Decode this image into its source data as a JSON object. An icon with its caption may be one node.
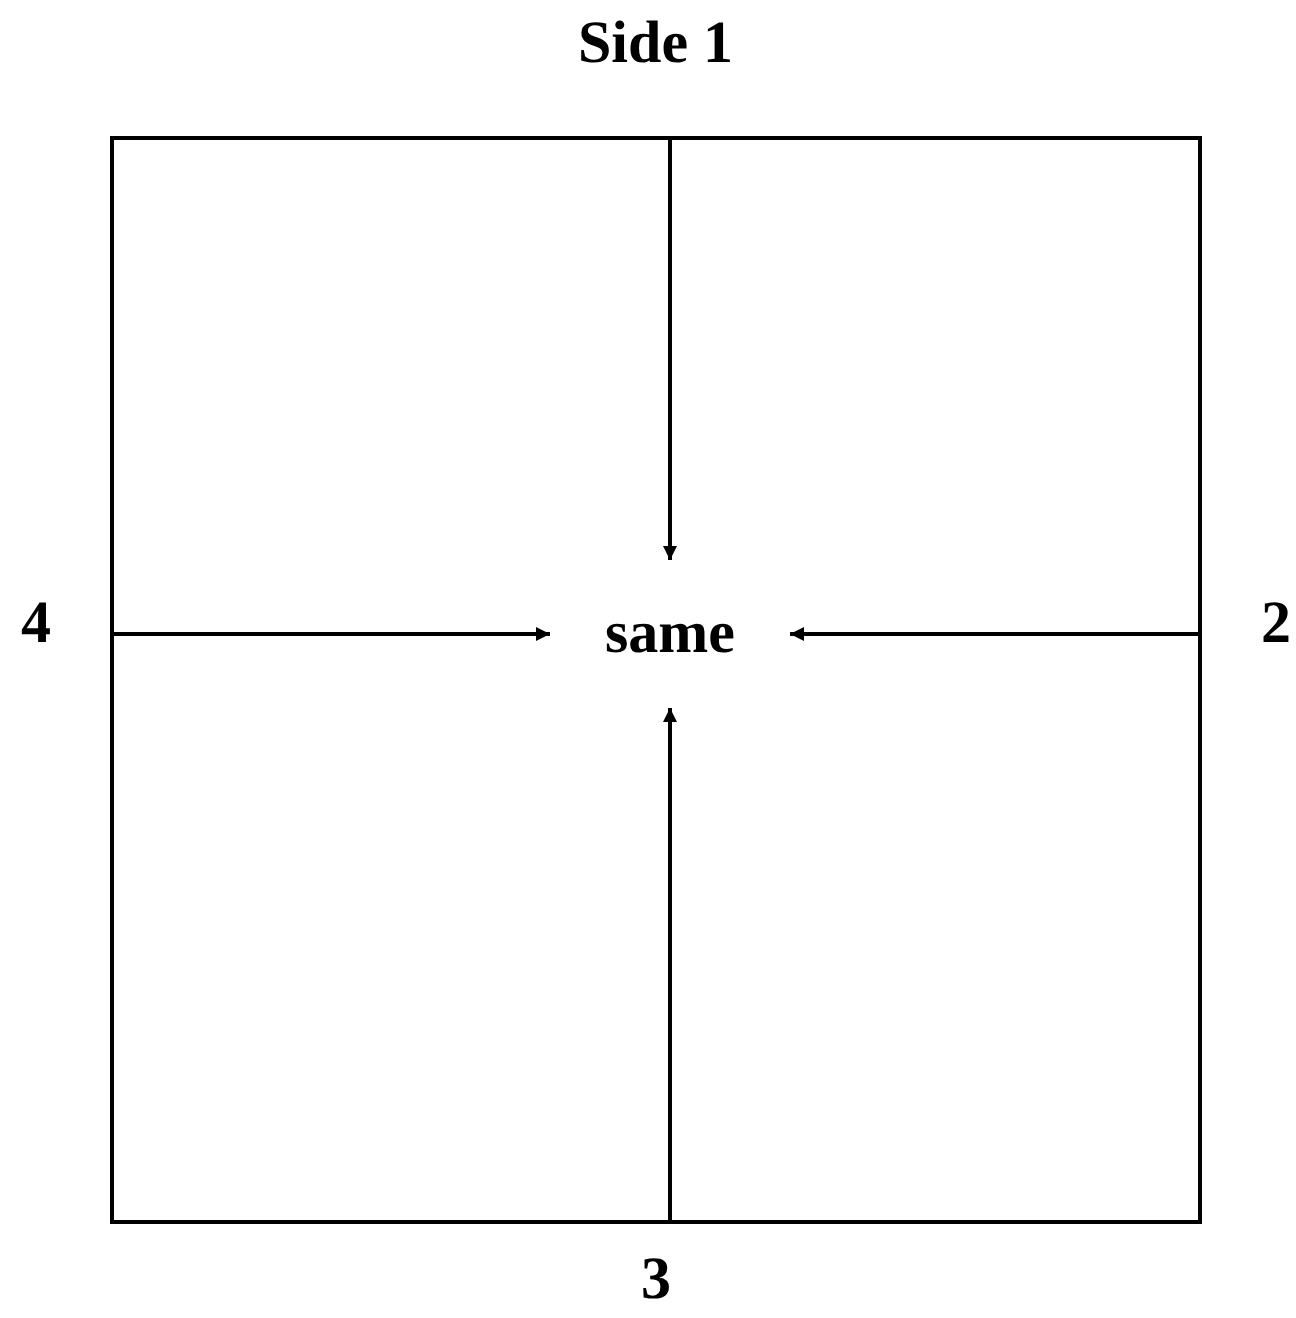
{
  "diagram": {
    "nodes": [
      {
        "text": [],
        "shape": "box"
      },
      {
        "text": [
          "same"
        ],
        "in": 0
      }
    ],
    "edges": [
      {
        "from": 0,
        "to": 1,
        "arrow": "to"
      },
      {
        "from": 0,
        "to": 1,
        "arrow": "to"
      },
      {
        "from": 0,
        "to": 1,
        "arrow": "to"
      },
      {
        "from": 0,
        "to": 1,
        "arrow": "to"
      }
    ],
    "labels": [
      "Side 1",
      "4",
      "2",
      "3"
    ]
  }
}
